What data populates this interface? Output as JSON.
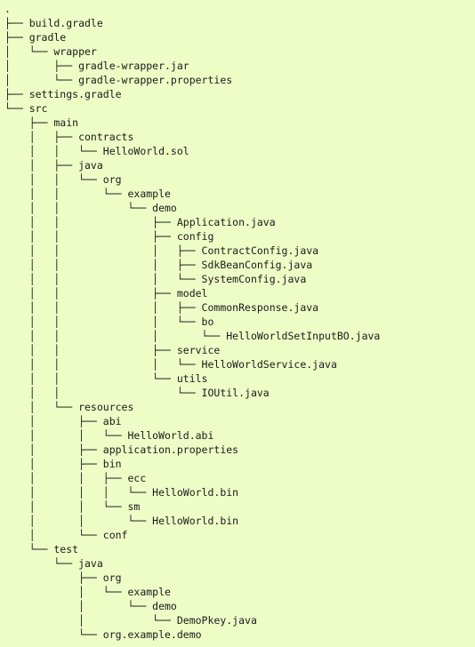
{
  "tree": {
    "lines": [
      ".",
      "├── build.gradle",
      "├── gradle",
      "│   └── wrapper",
      "│       ├── gradle-wrapper.jar",
      "│       └── gradle-wrapper.properties",
      "├── settings.gradle",
      "└── src",
      "    ├── main",
      "    │   ├── contracts",
      "    │   │   └── HelloWorld.sol",
      "    │   ├── java",
      "    │   │   └── org",
      "    │   │       └── example",
      "    │   │           └── demo",
      "    │   │               ├── Application.java",
      "    │   │               ├── config",
      "    │   │               │   ├── ContractConfig.java",
      "    │   │               │   ├── SdkBeanConfig.java",
      "    │   │               │   └── SystemConfig.java",
      "    │   │               ├── model",
      "    │   │               │   ├── CommonResponse.java",
      "    │   │               │   └── bo",
      "    │   │               │       └── HelloWorldSetInputBO.java",
      "    │   │               ├── service",
      "    │   │               │   └── HelloWorldService.java",
      "    │   │               └── utils",
      "    │   │                   └── IOUtil.java",
      "    │   └── resources",
      "    │       ├── abi",
      "    │       │   └── HelloWorld.abi",
      "    │       ├── application.properties",
      "    │       ├── bin",
      "    │       │   ├── ecc",
      "    │       │   │   └── HelloWorld.bin",
      "    │       │   └── sm",
      "    │       │       └── HelloWorld.bin",
      "    │       └── conf",
      "    └── test",
      "        └── java",
      "            ├── org",
      "            │   └── example",
      "            │       └── demo",
      "            │           └── DemoPkey.java",
      "            └── org.example.demo"
    ]
  }
}
